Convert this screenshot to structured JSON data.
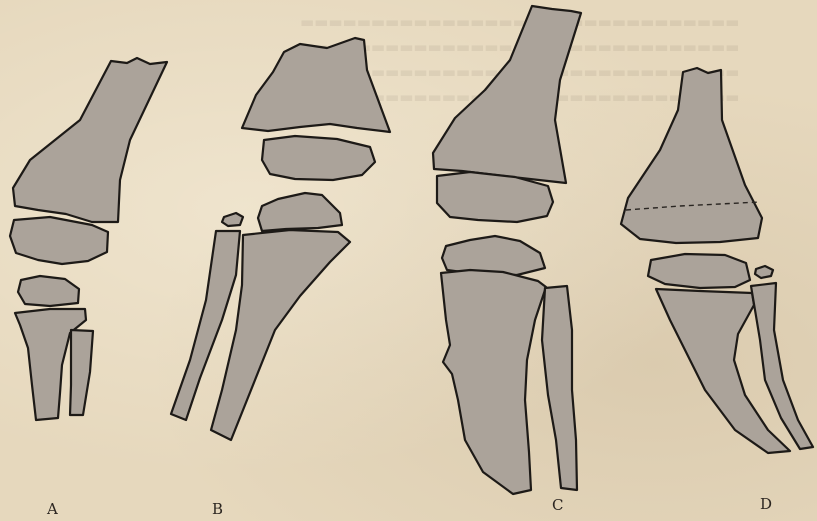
{
  "labels": {
    "a": "A",
    "b": "B",
    "c": "C",
    "d": "D"
  },
  "colors": {
    "paper": "#e6d8bd",
    "bone_fill": "#aba39a",
    "outline": "#1d1a17"
  }
}
